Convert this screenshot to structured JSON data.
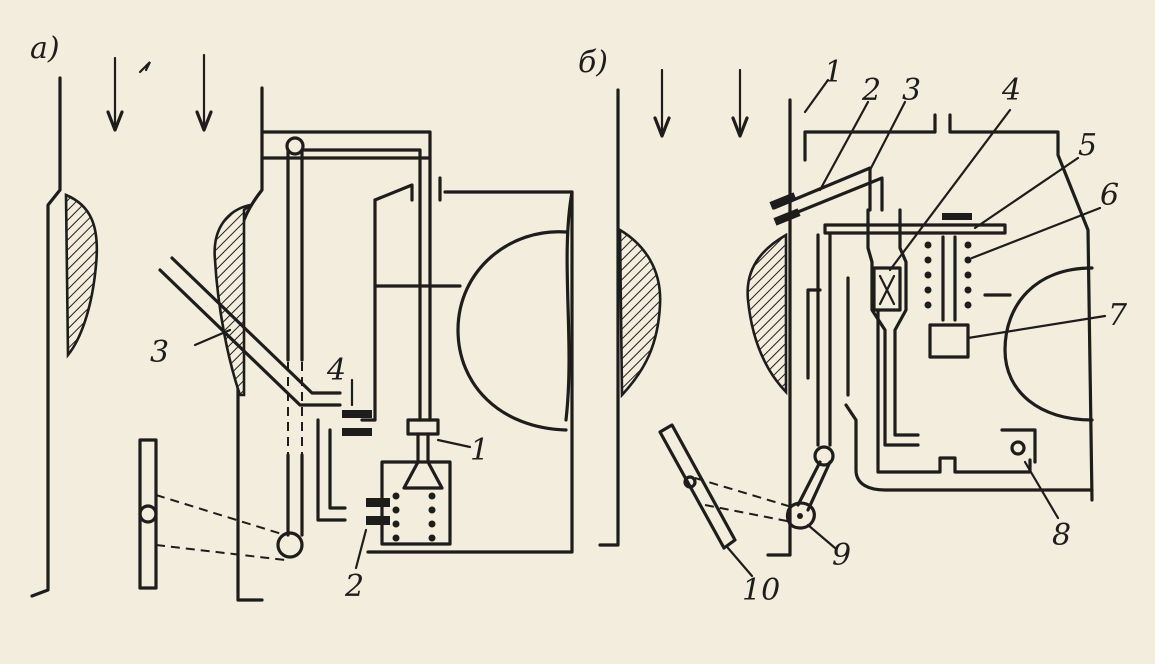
{
  "panel_a": {
    "tag": "а)",
    "labels": {
      "l1": "1",
      "l2": "2",
      "l3": "3",
      "l4": "4"
    }
  },
  "panel_b": {
    "tag": "б)",
    "labels": {
      "l1": "1",
      "l2": "2",
      "l3": "3",
      "l4": "4",
      "l5": "5",
      "l6": "6",
      "l7": "7",
      "l8": "8",
      "l9": "9",
      "l10": "10"
    }
  },
  "colors": {
    "ink": "#1f1d1b",
    "paper": "#f3eddd"
  }
}
